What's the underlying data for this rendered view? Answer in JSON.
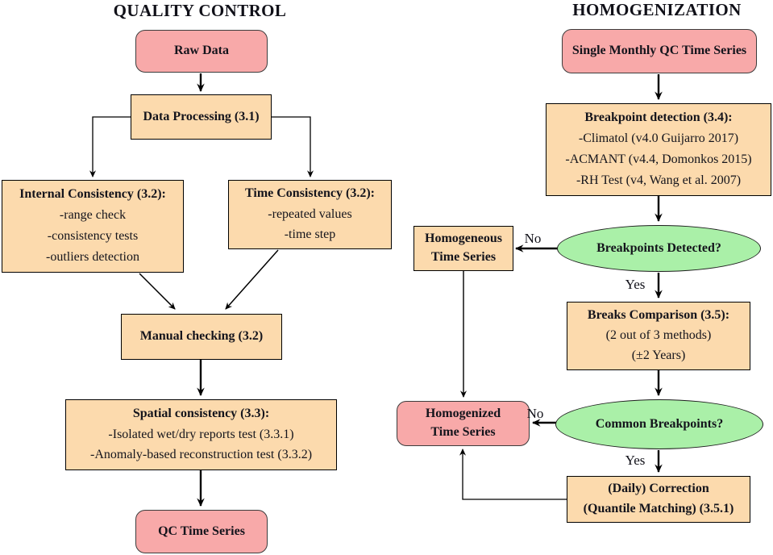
{
  "colors": {
    "terminal_pink": "#f8a9a9",
    "process_orange": "#fcdaad",
    "decision_green": "#aaf0a8",
    "line_black": "#000000"
  },
  "qc": {
    "title": "QUALITY CONTROL",
    "raw_data": "Raw Data",
    "data_processing": "Data Processing (3.1)",
    "internal_consistency": {
      "title": "Internal Consistency (3.2):",
      "items": [
        "-range check",
        "-consistency tests",
        "-outliers detection"
      ]
    },
    "time_consistency": {
      "title": "Time Consistency (3.2):",
      "items": [
        "-repeated values",
        "-time step"
      ]
    },
    "manual_checking": "Manual checking (3.2)",
    "spatial_consistency": {
      "title": "Spatial consistency (3.3):",
      "items": [
        "-Isolated wet/dry reports test (3.3.1)",
        "-Anomaly-based reconstruction test (3.3.2)"
      ]
    },
    "qc_time_series": "QC Time Series"
  },
  "homog": {
    "title": "HOMOGENIZATION",
    "single_monthly": "Single Monthly QC Time Series",
    "breakpoint_detection": {
      "title": "Breakpoint detection (3.4):",
      "items": [
        "-Climatol (v4.0 Guijarro 2017)",
        "-ACMANT (v4.4, Domonkos 2015)",
        "-RH Test (v4, Wang et al. 2007)"
      ]
    },
    "breakpoints_detected": "Breakpoints Detected?",
    "homogeneous": {
      "line1": "Homogeneous",
      "line2": "Time Series"
    },
    "breaks_comparison": {
      "title": "Breaks Comparison (3.5):",
      "items": [
        "(2 out of 3 methods)",
        "(±2 Years)"
      ]
    },
    "common_breakpoints": "Common Breakpoints?",
    "homogenized": {
      "line1": "Homogenized",
      "line2": "Time Series"
    },
    "daily_correction": {
      "line1": "(Daily) Correction",
      "line2": "(Quantile Matching) (3.5.1)"
    },
    "edge_labels": {
      "no1": "No",
      "yes1": "Yes",
      "no2": "No",
      "yes2": "Yes"
    }
  }
}
